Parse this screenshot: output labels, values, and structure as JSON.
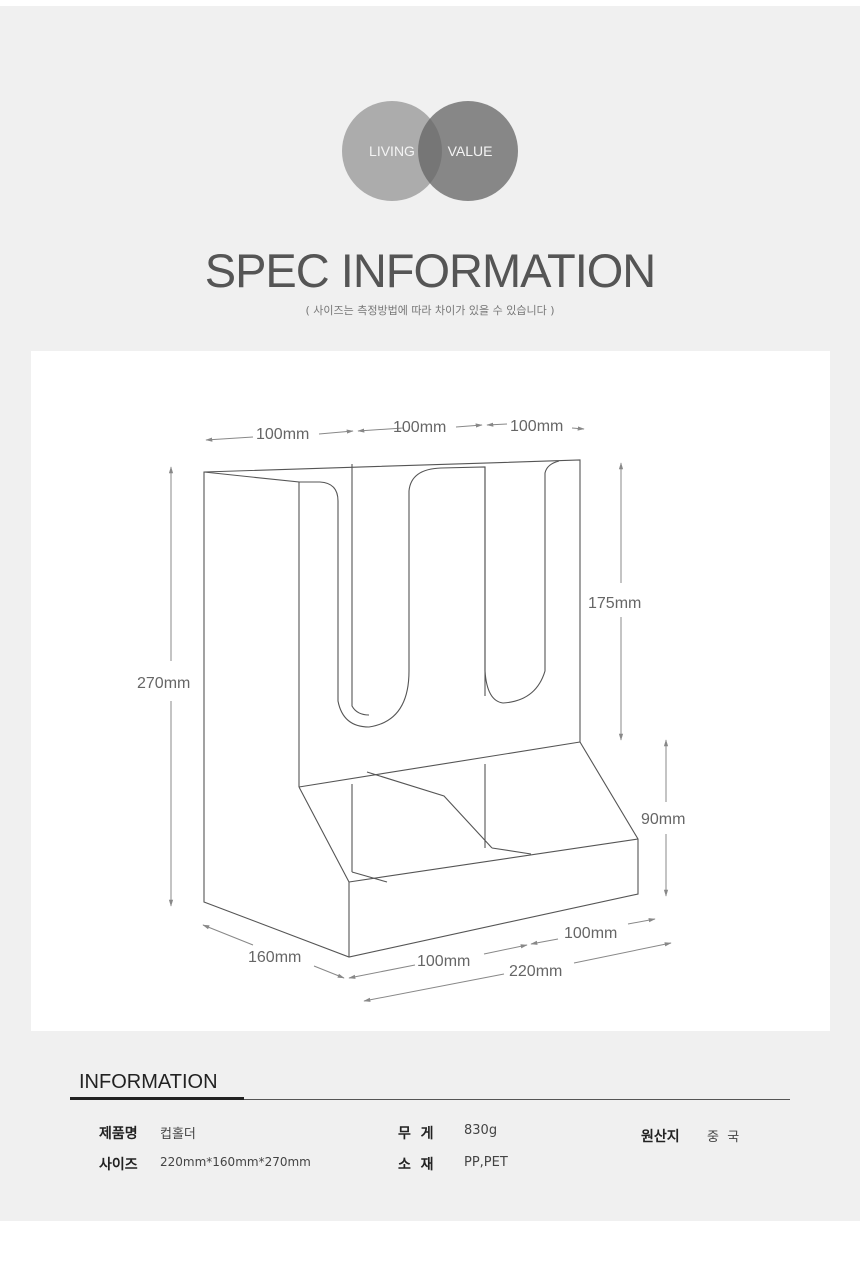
{
  "header": {
    "badge_left": "LIVING",
    "badge_right": "VALUE",
    "title": "SPEC INFORMATION",
    "subtitle": "( 사이즈는 측정방법에 따라 차이가 있을 수 있습니다 )"
  },
  "dimensions": {
    "top_left_width": "100mm",
    "top_middle_width": "100mm",
    "top_right_width": "100mm",
    "total_height": "270mm",
    "upper_section_height": "175mm",
    "lower_section_height": "90mm",
    "depth": "160mm",
    "bottom_left_width": "100mm",
    "bottom_right_width": "100mm",
    "total_width": "220mm"
  },
  "info": {
    "section_title": "INFORMATION",
    "product_name_label": "제품명",
    "product_name_value": "컵홀더",
    "size_label": "사이즈",
    "size_value": "220mm*160mm*270mm",
    "weight_label": "무  게",
    "weight_value": "830g",
    "material_label": "소  재",
    "material_value": "PP,PET",
    "origin_label": "원산지",
    "origin_value": "중  국"
  }
}
